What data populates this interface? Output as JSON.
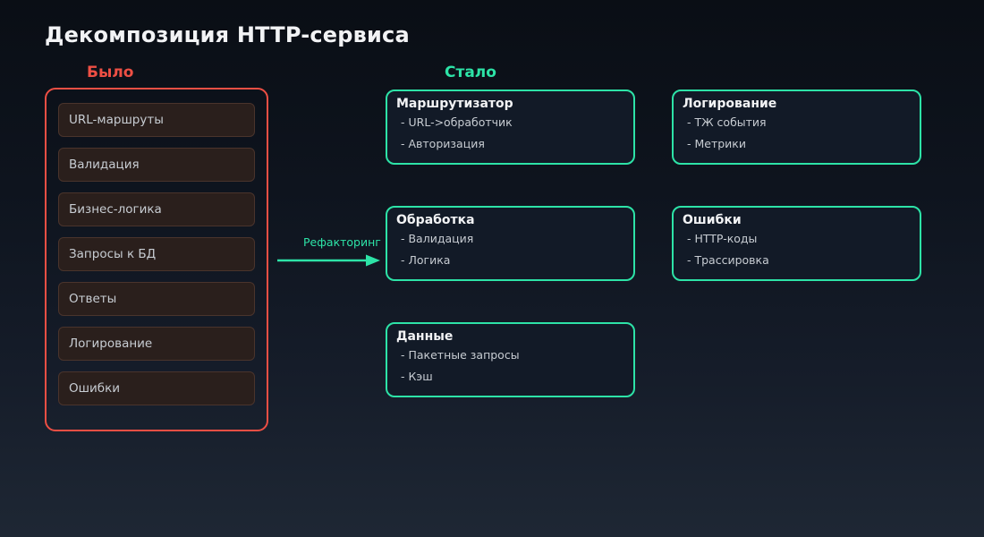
{
  "title": "Декомпозиция HTTP-сервиса",
  "colors": {
    "red": "#ee4f44",
    "teal": "#2de3a7",
    "page_top": "#0a0e15",
    "page_bottom": "#1e2734",
    "box_bg": "#121a27",
    "before_item_bg": "#2a1f1c",
    "before_item_border": "#4a342c",
    "text_primary": "#f2f3f5",
    "text_secondary": "#c7ccd2"
  },
  "before": {
    "label": "Было",
    "items": [
      "URL-маршруты",
      "Валидация",
      "Бизнес-логика",
      "Запросы к БД",
      "Ответы",
      "Логирование",
      "Ошибки"
    ]
  },
  "arrow": {
    "label": "Рефакторинг",
    "icon": "right-arrow"
  },
  "after": {
    "label": "Стало",
    "boxes": [
      {
        "title": "Маршрутизатор",
        "items": [
          "- URL->обработчик",
          "- Авторизация"
        ],
        "col": 0,
        "row": 0
      },
      {
        "title": "Логирование",
        "items": [
          "- ТЖ события",
          "- Метрики"
        ],
        "col": 1,
        "row": 0
      },
      {
        "title": "Обработка",
        "items": [
          "- Валидация",
          "- Логика"
        ],
        "col": 0,
        "row": 1
      },
      {
        "title": "Ошибки",
        "items": [
          "- HTTP-коды",
          "- Трассировка"
        ],
        "col": 1,
        "row": 1
      },
      {
        "title": "Данные",
        "items": [
          "- Пакетные запросы",
          "- Кэш"
        ],
        "col": 0,
        "row": 2
      }
    ]
  }
}
